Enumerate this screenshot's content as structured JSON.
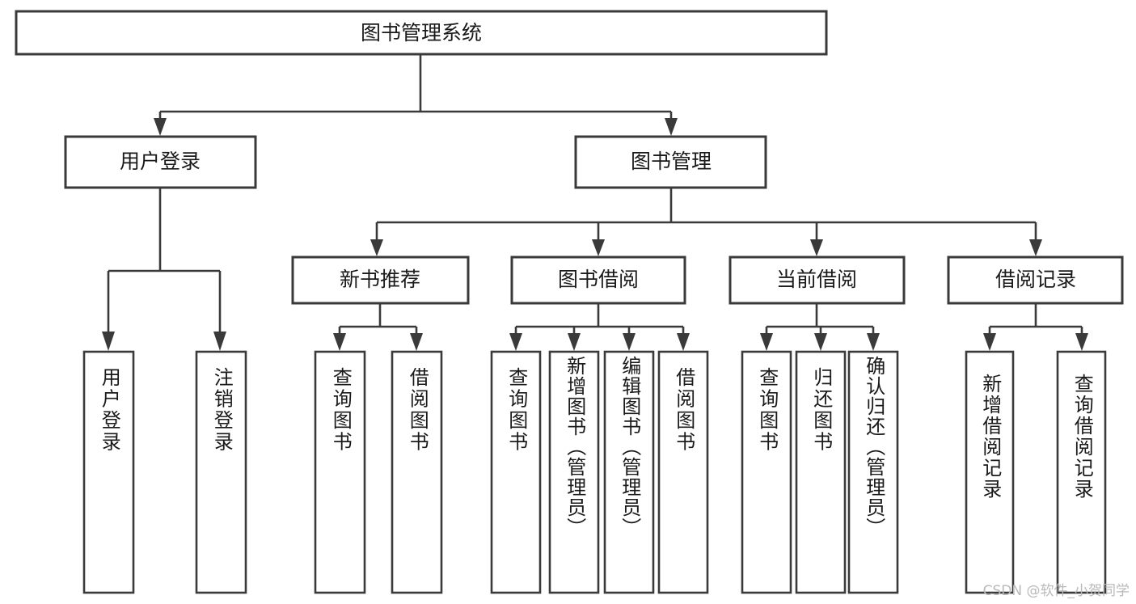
{
  "diagram": {
    "type": "tree-hierarchy",
    "title_node": {
      "label": "图书管理系统"
    },
    "level2": [
      {
        "id": "user-login",
        "label": "用户登录"
      },
      {
        "id": "book-manage",
        "label": "图书管理"
      }
    ],
    "level3": [
      {
        "id": "new-book-recommend",
        "label": "新书推荐",
        "parent": "book-manage"
      },
      {
        "id": "book-borrow",
        "label": "图书借阅",
        "parent": "book-manage"
      },
      {
        "id": "current-borrow",
        "label": "当前借阅",
        "parent": "book-manage"
      },
      {
        "id": "borrow-record",
        "label": "借阅记录",
        "parent": "book-manage"
      }
    ],
    "leaves": [
      {
        "id": "leaf-user-login",
        "label": "用户登录",
        "parent": "user-login"
      },
      {
        "id": "leaf-logout-login",
        "label": "注销登录",
        "parent": "user-login"
      },
      {
        "id": "leaf-query-book-1",
        "label": "查询图书",
        "parent": "new-book-recommend"
      },
      {
        "id": "leaf-borrow-book-1",
        "label": "借阅图书",
        "parent": "new-book-recommend"
      },
      {
        "id": "leaf-query-book-2",
        "label": "查询图书",
        "parent": "book-borrow"
      },
      {
        "id": "leaf-add-book",
        "label": "新增图书（管理员）",
        "parent": "book-borrow"
      },
      {
        "id": "leaf-edit-book",
        "label": "编辑图书（管理员）",
        "parent": "book-borrow"
      },
      {
        "id": "leaf-borrow-book-2",
        "label": "借阅图书",
        "parent": "book-borrow"
      },
      {
        "id": "leaf-query-book-3",
        "label": "查询图书",
        "parent": "current-borrow"
      },
      {
        "id": "leaf-return-book",
        "label": "归还图书",
        "parent": "current-borrow"
      },
      {
        "id": "leaf-confirm-return",
        "label": "确认归还（管理员）",
        "parent": "current-borrow"
      },
      {
        "id": "leaf-add-record",
        "label": "新增借阅记录",
        "parent": "borrow-record"
      },
      {
        "id": "leaf-query-record",
        "label": "查询借阅记录",
        "parent": "borrow-record"
      }
    ],
    "colors": {
      "stroke": "#3a3a3a",
      "fill": "#ffffff",
      "text": "#1a1a1a",
      "watermark": "#b9b9b9"
    }
  },
  "watermark": {
    "text": "CSDN @软件_小贺同学"
  }
}
